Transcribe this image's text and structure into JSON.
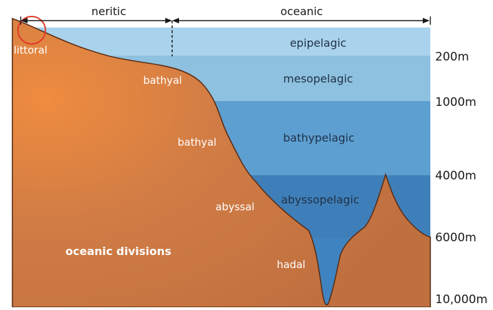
{
  "diagram": {
    "title": "oceanic divisions",
    "regions": {
      "neritic": "neritic",
      "oceanic": "oceanic"
    },
    "littoral": "littoral",
    "pelagic_zones": {
      "epipelagic": "epipelagic",
      "mesopelagic": "mesopelagic",
      "bathypelagic": "bathypelagic",
      "abyssopelagic": "abyssopelagic"
    },
    "benthic_zones": {
      "bathyal_upper": "bathyal",
      "bathyal_lower": "bathyal",
      "abyssal": "abyssal",
      "hadal": "hadal"
    },
    "depths": {
      "d200": "200m",
      "d1000": "1000m",
      "d4000": "4000m",
      "d6000": "6000m",
      "d10000": "10,000m"
    },
    "colors": {
      "epipelagic": "#a9d3ec",
      "mesopelagic": "#8ec1df",
      "bathypelagic": "#5e9fd1",
      "abyssopelagic": "#3f7fb9",
      "hadal_water": "#3f84c0",
      "seafloor": "#c97542",
      "seafloor_highlight": "#e88a3e",
      "littoral_circle": "#e03a2a"
    }
  }
}
